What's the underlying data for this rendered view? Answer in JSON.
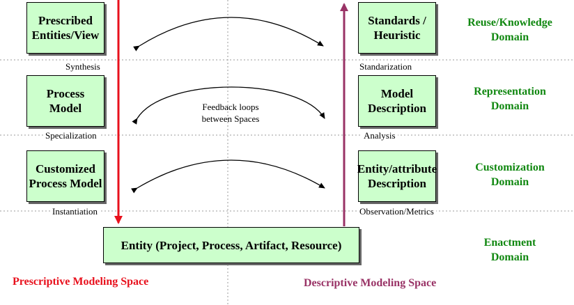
{
  "left_column": {
    "boxes": [
      "Prescribed\nEntities/View",
      "Process\nModel",
      "Customized\nProcess Model"
    ],
    "labels": [
      "Synthesis",
      "Specialization",
      "Instantiation"
    ],
    "space_title": "Prescriptive Modeling Space"
  },
  "right_column": {
    "boxes": [
      "Standards /\nHeuristic",
      "Model\nDescription",
      "Entity/attribute\nDescription"
    ],
    "labels": [
      "Standarization",
      "Analysis",
      "Observation/Metrics"
    ],
    "space_title": "Descriptive Modeling Space"
  },
  "entity_box": "Entity (Project, Process, Artifact, Resource)",
  "feedback_label": "Feedback loops\nbetween Spaces",
  "domains": [
    "Reuse/Knowledge\nDomain",
    "Representation\nDomain",
    "Customization\nDomain",
    "Enactment\nDomain"
  ],
  "colors": {
    "prescriptive_arrow": "#e8101c",
    "descriptive_arrow": "#993366",
    "domain_text": "#118811",
    "box_fill": "#ccffcc"
  }
}
